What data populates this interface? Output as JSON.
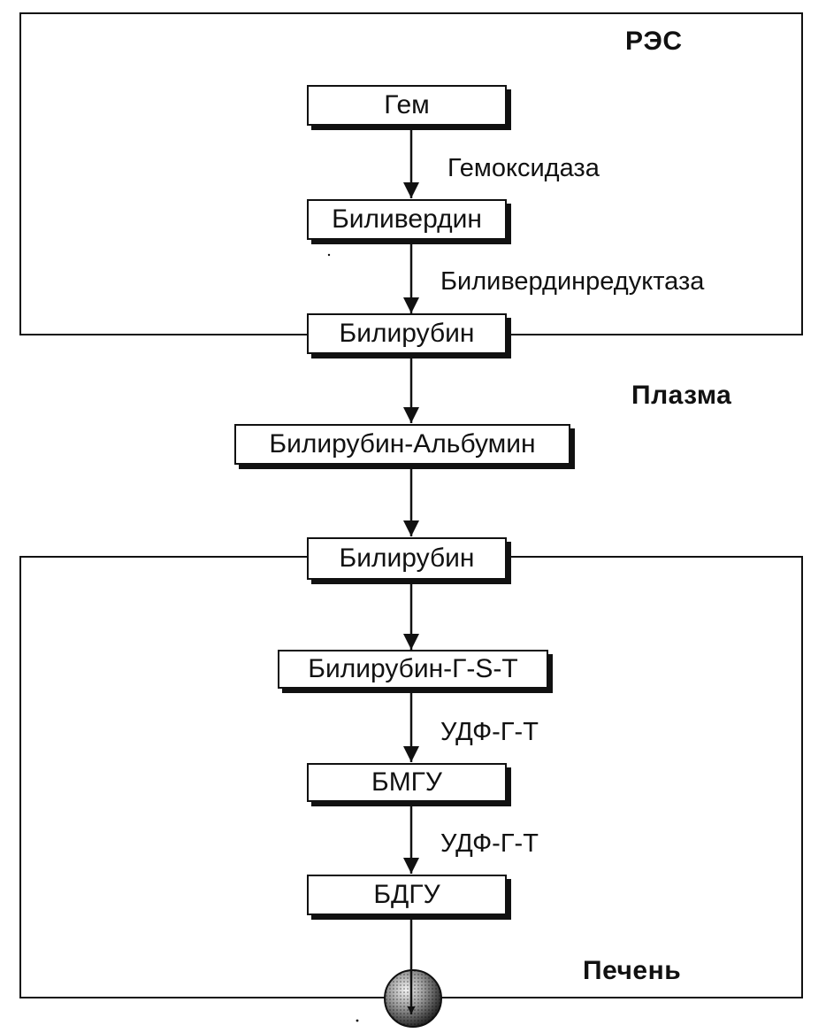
{
  "regions": {
    "res": {
      "label": "РЭС"
    },
    "plasma": {
      "label": "Плазма"
    },
    "liver": {
      "label": "Печень"
    }
  },
  "nodes": {
    "heme": "Гем",
    "biliverdin": "Биливердин",
    "bilirubin_res": "Билирубин",
    "bilirubin_albumin": "Билирубин-Альбумин",
    "bilirubin_liver": "Билирубин",
    "bilirubin_gst": "Билирубин-Г-S-Т",
    "bmgu": "БМГУ",
    "bdgu": "БДГУ"
  },
  "enzymes": {
    "heme_oxygenase": "Гемоксидаза",
    "biliverdin_reductase": "Биливердинредуктаза",
    "udpgt_1": "УДФ-Г-Т",
    "udpgt_2": "УДФ-Г-Т"
  },
  "colors": {
    "line": "#111111",
    "background": "#ffffff",
    "sphere_light": "#e8e8e8",
    "sphere_dark": "#1a1a1a"
  },
  "icons": {
    "endpoint": "stippled-sphere-icon"
  }
}
